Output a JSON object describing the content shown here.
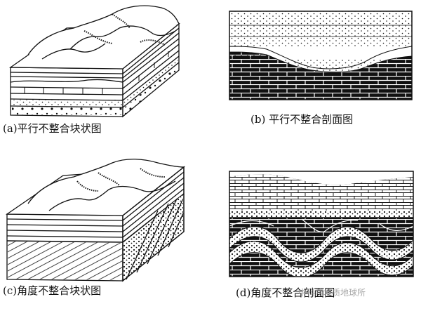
{
  "captions": {
    "a": "(a)平行不整合块状图",
    "b": "(b) 平行不整合剖面图",
    "c": "(c)角度不整合块状图",
    "d": "(d)角度不整合剖面图"
  },
  "watermark": "中科院地质地球所",
  "colors": {
    "ink": "#111111",
    "background": "#ffffff"
  }
}
